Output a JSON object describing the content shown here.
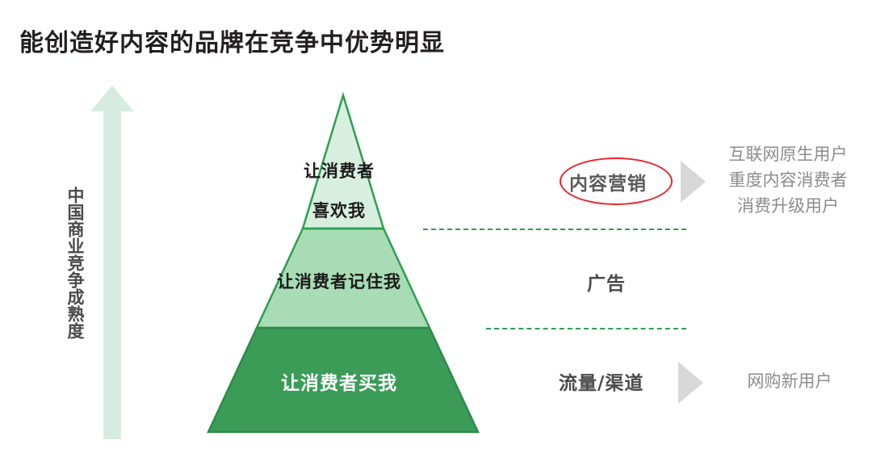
{
  "title": "能创造好内容的品牌在竞争中优势明显",
  "axis": {
    "label": "中国商业竞争成熟度",
    "arrow_icon": "up-arrow-icon",
    "direction": "up",
    "color": "#d7ece0"
  },
  "pyramid": {
    "tiers": [
      {
        "id": "top",
        "lines": [
          "让消费者",
          "喜欢我"
        ],
        "fill": "#d8efe0",
        "stroke": "#2e9e4f",
        "text_color": "#1a1a1a"
      },
      {
        "id": "middle",
        "lines": [
          "让消费者记住我"
        ],
        "fill": "#a8dcb5",
        "stroke": "#2e9e4f",
        "text_color": "#1a1a1a"
      },
      {
        "id": "bottom",
        "lines": [
          "让消费者买我"
        ],
        "fill": "#3b9c58",
        "stroke": "#2e8a4a",
        "text_color": "#ffffff"
      }
    ],
    "divider_color": "#2e9e4f"
  },
  "stages": [
    {
      "id": "content-marketing",
      "label": "内容营销",
      "highlighted": true,
      "highlight_color": "#e8242a"
    },
    {
      "id": "advertising",
      "label": "广告",
      "highlighted": false
    },
    {
      "id": "traffic-channel",
      "label": "流量/渠道",
      "highlighted": false
    }
  ],
  "audiences": {
    "top_lines": [
      "互联网原生用户",
      "重度内容消费者",
      "消费升级用户"
    ],
    "bottom_lines": [
      "网购新用户"
    ],
    "color": "#8c8c8c"
  },
  "arrows": {
    "icon": "right-triangle-arrow-icon",
    "color": "#d8d8d8"
  },
  "connectors": {
    "icon": "dashed-line-icon",
    "color": "#2e9e4f"
  }
}
